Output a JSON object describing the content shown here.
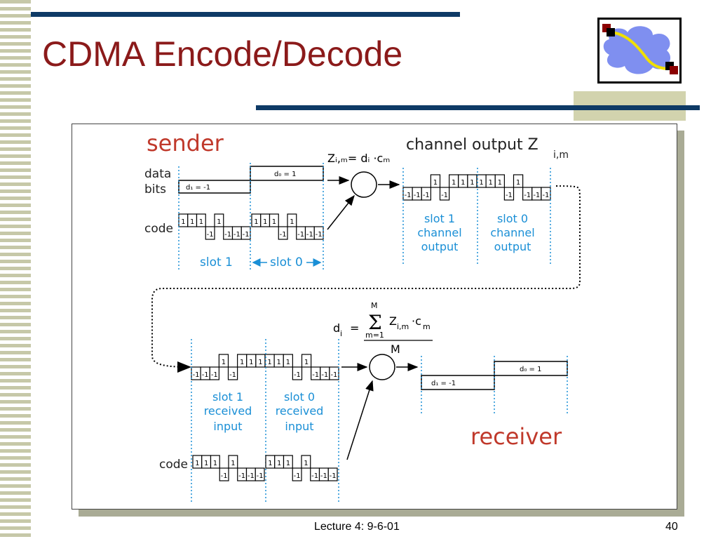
{
  "slide": {
    "title": "CDMA Encode/Decode",
    "footer": "Lecture 4: 9-6-01",
    "page_number": "40"
  },
  "colors": {
    "title": "#8b1a1a",
    "rule": "#0e3a66",
    "accent": "#c6c8a8",
    "label_red": "#c0392b",
    "label_blue": "#1a8fd6",
    "logo_cloud": "#7f8ff0",
    "logo_path": "#f0e000",
    "logo_node_a": "#8b0000",
    "logo_node_b": "#000000"
  },
  "diagram": {
    "sender": {
      "heading": "sender",
      "data_label_1": "data",
      "data_label_2": "bits",
      "code_label": "code",
      "d1": "d₁  = -1",
      "d0": "d₀ = 1",
      "slot1": "slot 1",
      "slot0": "slot 0",
      "formula": "Zᵢ,ₘ= dᵢ ·cₘ"
    },
    "channel": {
      "heading": "channel output Z",
      "heading_sub": "i,m",
      "slot1": [
        "slot 1",
        "channel",
        "output"
      ],
      "slot0": [
        "slot 0",
        "channel",
        "output"
      ]
    },
    "receiver": {
      "heading": "receiver",
      "code_label": "code",
      "slot1": [
        "slot 1",
        "received",
        "input"
      ],
      "slot0": [
        "slot 0",
        "received",
        "input"
      ],
      "d1": "d₁ = -1",
      "d0": "d₀ = 1",
      "formula_lhs": "d",
      "formula_lhs_sub": "i",
      "formula_eq": "=",
      "sum_top": "M",
      "sum_bottom": "m=1",
      "sum_term": "Z",
      "sum_term_sub": "i,m",
      "sum_term_tail": "·c",
      "sum_term_tail_sub": "m",
      "denominator": "M"
    },
    "code_chips": [
      "1",
      "1",
      "1",
      "-1",
      "1",
      "-1",
      "-1",
      "-1"
    ],
    "channel_chips": [
      "-1",
      "-1",
      "-1",
      "1",
      "-1",
      "1",
      "1",
      "1",
      "1",
      "1",
      "1",
      "-1",
      "1",
      "-1",
      "-1",
      "-1"
    ]
  }
}
